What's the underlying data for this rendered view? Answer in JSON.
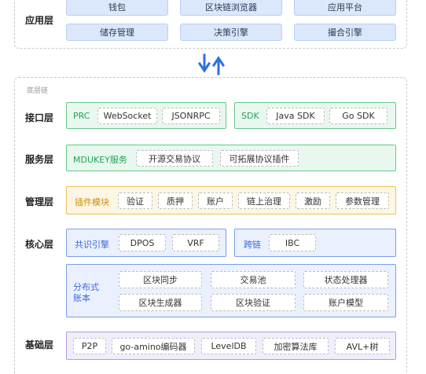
{
  "app_layer": {
    "label": "应用层",
    "items": [
      "钱包",
      "区块链浏览器",
      "应用平台",
      "储存管理",
      "决策引擎",
      "撮合引擎"
    ]
  },
  "bottom_chain": {
    "caption": "底层链",
    "interface": {
      "label": "接口层",
      "prc": {
        "title": "PRC",
        "items": [
          "WebSocket",
          "JSONRPC"
        ]
      },
      "sdk": {
        "title": "SDK",
        "items": [
          "Java SDK",
          "Go SDK"
        ]
      }
    },
    "service": {
      "label": "服务层",
      "title": "MDUKEY服务",
      "items": [
        "开源交易协议",
        "可拓展协议插件"
      ]
    },
    "management": {
      "label": "管理层",
      "title": "插件模块",
      "items": [
        "验证",
        "质押",
        "账户",
        "链上治理",
        "激励",
        "参数管理"
      ]
    },
    "core": {
      "label": "核心层",
      "consensus": {
        "title": "共识引擎",
        "items": [
          "DPOS",
          "VRF"
        ]
      },
      "crosschain": {
        "title": "跨链",
        "items": [
          "IBC"
        ]
      },
      "ledger": {
        "title_line1": "分布式",
        "title_line2": "账本",
        "items": [
          "区块同步",
          "交易池",
          "状态处理器",
          "区块生成器",
          "区块验证",
          "账户模型"
        ]
      }
    },
    "base": {
      "label": "基础层",
      "items": [
        "P2P",
        "go-amino编码器",
        "LevelDB",
        "加密算法库",
        "AVL+树"
      ]
    }
  },
  "colors": {
    "arrow": "#2f6fe0",
    "green": "#23a35a",
    "yellow": "#c98d10",
    "blue": "#3c6ad8"
  }
}
